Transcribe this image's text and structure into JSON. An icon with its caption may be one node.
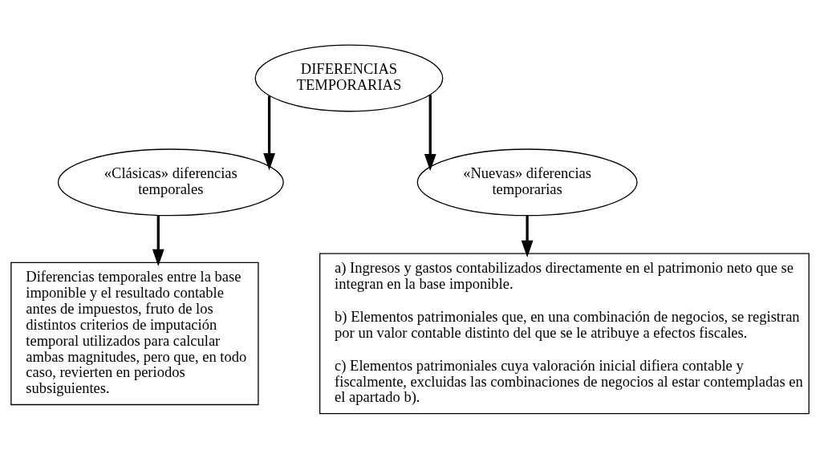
{
  "diagram": {
    "nodes": [
      {
        "text": [
          "DIFERENCIAS TEMPORARIAS"
        ]
      },
      {
        "text": [
          "«Clásicas» diferencias temporales"
        ]
      },
      {
        "text": [
          "«Nuevas» diferencias temporarias"
        ]
      },
      {
        "text": [
          "Diferencias temporales entre la base imponible y el resultado contable antes de impuestos, fruto de los distintos criterios de imputación temporal utilizados para calcular ambas magnitudes, pero que, en todo caso, revierten en periodos subsiguientes."
        ]
      },
      {
        "text": [
          "a) Ingresos y gastos contabilizados directamente en el patrimonio neto que se integran en la base imponible.",
          "b) Elementos patrimoniales que, en una combinación de negocios, se registran por un valor contable distinto del que se le atribuye a efectos fiscales.",
          "c) Elementos patrimoniales cuya valoración inicial difiera contable y fiscalmente, excluidas las combinaciones de negocios al estar contempladas en el apartado b)."
        ]
      }
    ],
    "edges": [
      {
        "from": 0,
        "to": 1,
        "arrow": "to"
      },
      {
        "from": 0,
        "to": 2,
        "arrow": "to"
      },
      {
        "from": 1,
        "to": 3,
        "arrow": "to"
      },
      {
        "from": 2,
        "to": 4,
        "arrow": "to"
      }
    ]
  }
}
